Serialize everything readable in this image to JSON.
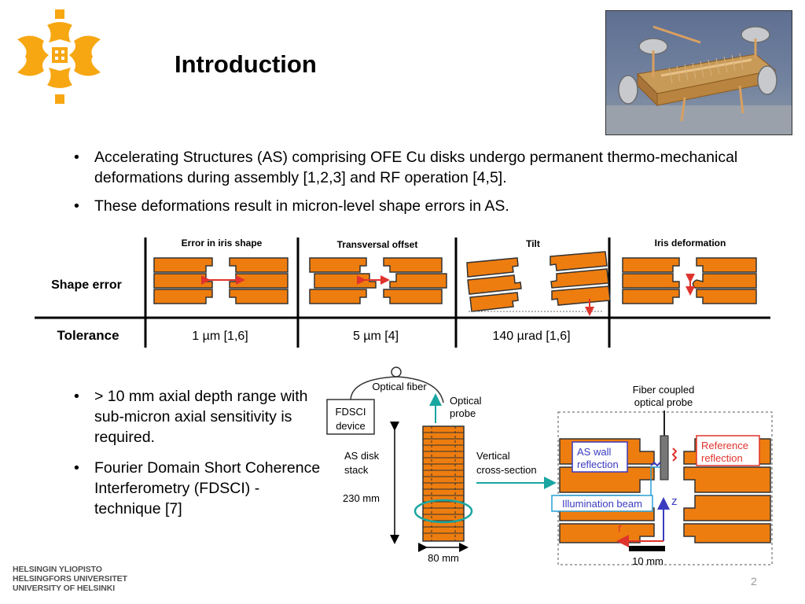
{
  "slide": {
    "title": "Introduction",
    "number": "2"
  },
  "bullets_top": [
    "Accelerating Structures (AS) comprising OFE Cu disks undergo permanent thermo-mechanical deformations during assembly [1,2,3] and RF operation [4,5].",
    "These deformations result in micron-level shape errors in AS."
  ],
  "bullets_bottom": [
    "> 10 mm axial depth range with sub-micron axial sensitivity is required.",
    "Fourier Domain Short Coherence Interferometry (FDSCI) -technique [7]"
  ],
  "table": {
    "row_labels": {
      "shape": "Shape error",
      "tolerance": "Tolerance"
    },
    "columns": [
      {
        "header": "Error in iris shape",
        "tolerance": "1 µm [1,6]"
      },
      {
        "header": "Transversal offset",
        "tolerance": "5 µm [4]"
      },
      {
        "header": "Tilt",
        "tolerance": "140 µrad [1,6]"
      },
      {
        "header": "Iris deformation",
        "tolerance": ""
      }
    ]
  },
  "diagram": {
    "optical_fiber": "Optical fiber",
    "fdsci_device_line1": "FDSCI",
    "fdsci_device_line2": "device",
    "optical_probe_line1": "Optical",
    "optical_probe_line2": "probe",
    "as_disk_stack_line1": "AS disk",
    "as_disk_stack_line2": "stack",
    "stack_height": "230 mm",
    "stack_width": "80 mm",
    "vertical_cs_line1": "Vertical",
    "vertical_cs_line2": "cross-section",
    "fiber_coupled_line1": "Fiber coupled",
    "fiber_coupled_line2": "optical probe",
    "as_wall_line1": "AS wall",
    "as_wall_line2": "reflection",
    "reference_line1": "Reference",
    "reference_line2": "reflection",
    "illumination": "Illumination beam",
    "axis_z": "z",
    "axis_r": "r",
    "scale": "10 mm"
  },
  "logo_text": {
    "line1": "HELSINGIN YLIOPISTO",
    "line2": "HELSINGFORS UNIVERSITET",
    "line3": "UNIVERSITY OF HELSINKI"
  },
  "colors": {
    "copper": "#ee7d0f",
    "logo": "#f7a712",
    "arrow_red": "#e0332d",
    "teal": "#1aa6a0",
    "blue_label": "#3a3ac0",
    "illum_border": "#29a0d5"
  }
}
